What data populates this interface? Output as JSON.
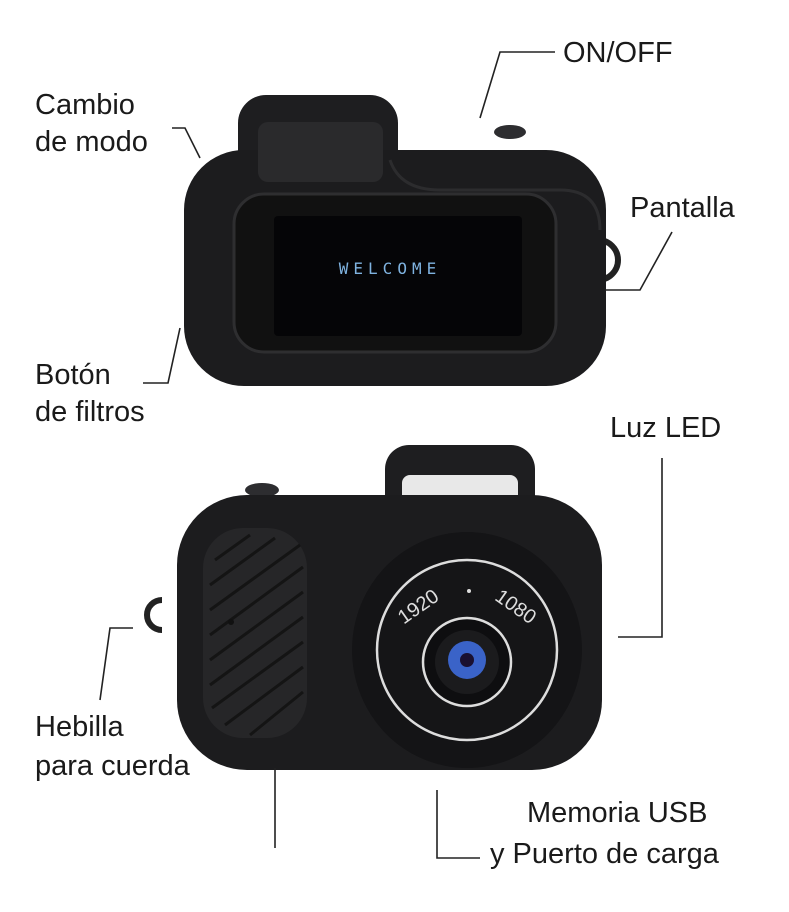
{
  "labels": {
    "on_off": "ON/OFF",
    "mode_change": [
      "Cambio",
      "de modo"
    ],
    "screen": "Pantalla",
    "filter_button": [
      "Botón",
      "de filtros"
    ],
    "led_light": "Luz LED",
    "strap_buckle": [
      "Hebilla",
      "para cuerda"
    ],
    "usb_memory": [
      "Memoria USB",
      "y Puerto de carga"
    ]
  },
  "screen_text": "WELCOME",
  "lens_text": {
    "left": "1920",
    "right": "1080"
  },
  "colors": {
    "body": "#1c1c1e",
    "screen_text": "#7fb3e0",
    "lens": "#3a63c8",
    "led": "#e8e8e8"
  }
}
